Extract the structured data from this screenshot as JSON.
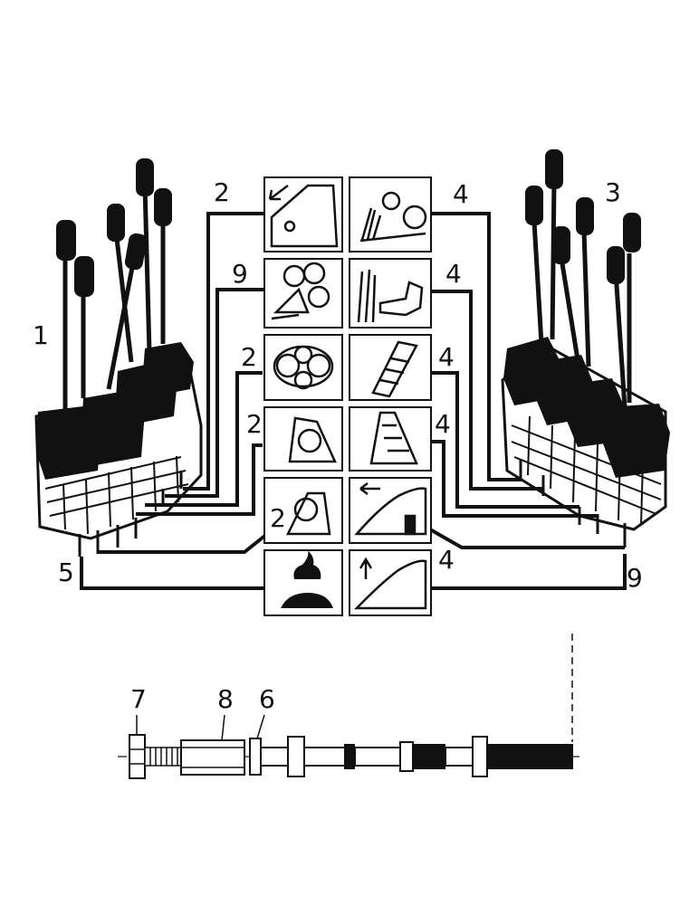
{
  "callouts": {
    "c1": "1",
    "c2a": "2",
    "c2b": "2",
    "c2c": "2",
    "c2d": "2",
    "c3": "3",
    "c4a": "4",
    "c4b": "4",
    "c4c": "4",
    "c4d": "4",
    "c4e": "4",
    "c5": "5",
    "c6": "6",
    "c7": "7",
    "c8": "8",
    "c9a": "9",
    "c9b": "9"
  },
  "pictograms": {
    "left_column": [
      "cab-door-arrow-icon",
      "mixing-rollers-icon",
      "three-rollers-icon",
      "roller-tilt-icon",
      "roller-tilt-reverse-icon",
      "rabbit-turtle-speed-icon"
    ],
    "right_column": [
      "cane-cutter-icon",
      "cane-feeder-icon",
      "elevator-icon",
      "elevator-tilt-icon",
      "hood-left-arrow-icon",
      "hood-up-arrow-icon"
    ]
  },
  "colors": {
    "ink": "#111111",
    "paper": "#ffffff"
  }
}
